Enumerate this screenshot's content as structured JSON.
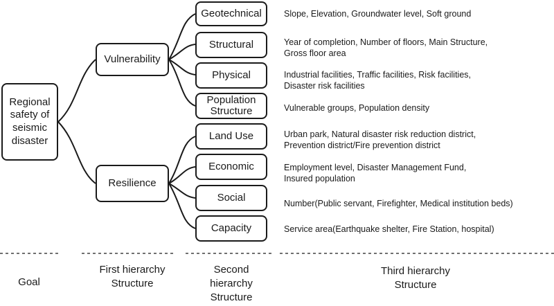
{
  "goal": "Regional\nsafety of\nseismic\ndisaster",
  "first_hierarchy": [
    {
      "label": "Vulnerability"
    },
    {
      "label": "Resilience"
    }
  ],
  "second_hierarchy": [
    {
      "label": "Geotechnical",
      "description": "Slope, Elevation, Groundwater level, Soft ground"
    },
    {
      "label": "Structural",
      "description": "Year of completion, Number of floors, Main Structure, Gross floor area"
    },
    {
      "label": "Physical",
      "description": "Industrial facilities, Traffic facilities, Risk facilities, Disaster risk facilities"
    },
    {
      "label": "Population Structure",
      "description": "Vulnerable groups, Population density"
    },
    {
      "label": "Land Use",
      "description": "Urban park, Natural disaster risk reduction district, Prevention district/Fire prevention district"
    },
    {
      "label": "Economic",
      "description": "Employment level, Disaster Management Fund, Insured population"
    },
    {
      "label": "Social",
      "description": "Number(Public servant, Firefighter, Medical institution beds)"
    },
    {
      "label": "Capacity",
      "description": "Service area(Earthquake shelter, Fire Station, hospital)"
    }
  ],
  "footer": {
    "goal": "Goal",
    "first": "First hierarchy Structure",
    "second": "Second hierarchy Structure",
    "third": "Third hierarchy Structure"
  }
}
